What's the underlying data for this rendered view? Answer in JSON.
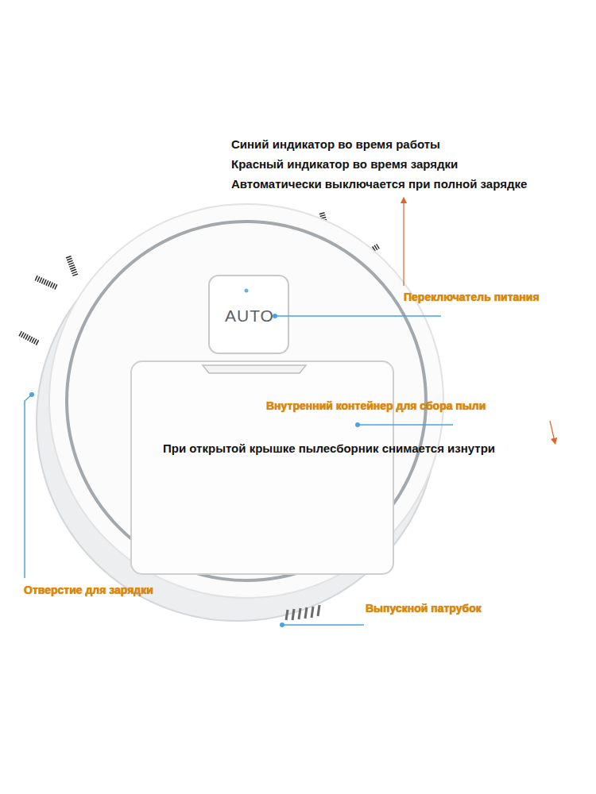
{
  "diagram": {
    "labels": [
      "Синий индикатор во время работы",
      "Красный индикатор во время зарядки",
      "Автоматически выключается при полной зарядке",
      "Переключатель питания",
      "AUTO",
      "Внутренний контейнер для сбора пыли",
      "При открытой крышке пылесборник снимается изнутри",
      "Отверстие для зарядки",
      "Выпускной патрубок"
    ]
  }
}
